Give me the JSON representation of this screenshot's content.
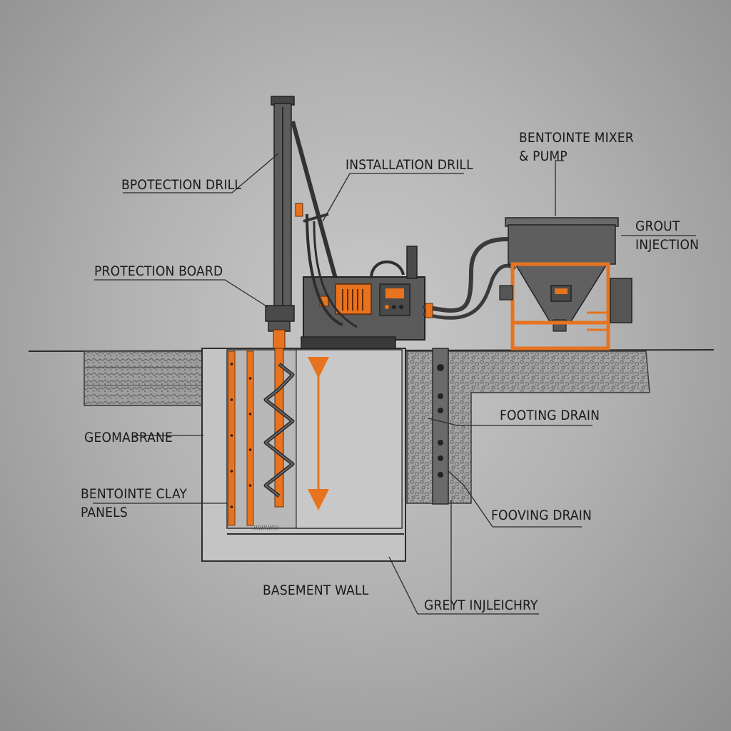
{
  "labels": {
    "protection_drill": "BPOTECTION DRILL",
    "installation_drill": "INSTALLATION DRILL",
    "mixer_pump": "BENTOINTE MIXER\n& PUMP",
    "grout_injection": "GROUT\nINJECTION",
    "protection_board": "PROTECTION BOARD",
    "geomembrane": "GEOMABRANE",
    "bentonite_panels": "BENTOINTE CLAY\nPANELS",
    "footing_drain_top": "FOOTING DRAIN",
    "footing_drain_bottom": "FOOVING DRAIN",
    "basement_wall": "BASEMENT WALL",
    "grout_bottom": "GREYT INJLEICHRY"
  },
  "colors": {
    "accent": "#e8731f",
    "machine": "#5a5a5a",
    "machine_dark": "#2e2e2e",
    "concrete": "#c4c4c4",
    "gravel": "#9a9a9a",
    "ink": "#1a1a1a"
  }
}
